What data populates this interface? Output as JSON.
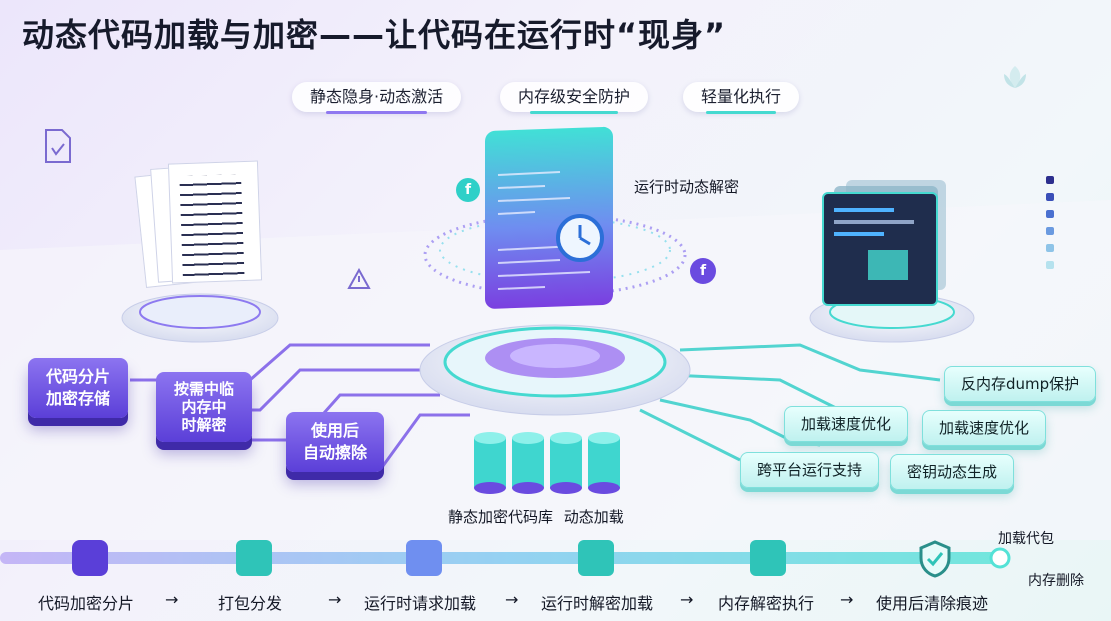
{
  "title": "动态代码加载与加密——让代码在运行时“现身”",
  "pills": [
    "静态隐身·动态激活",
    "内存级安全防护",
    "轻量化执行"
  ],
  "center_label": "运行时动态解密",
  "left_tags": [
    "代码分片\n加密存储",
    "按需中临\n内存中\n时解密",
    "使用后\n自动擦除"
  ],
  "right_tags": [
    "反内存dump保护",
    "加载速度优化",
    "加载速度优化",
    "跨平台运行支持",
    "密钥动态生成"
  ],
  "db_label": "静态加密代码库",
  "db_label2": "动态加载",
  "flow_steps": [
    "代码加密分片",
    "打包分发",
    "运行时请求加载",
    "运行时解密加载",
    "内存解密执行",
    "使用后清除痕迹"
  ],
  "arrow": "→",
  "end_top": "加载代包",
  "end_bottom": "内存删除",
  "colors": {
    "accent_purple": "#6a4be0",
    "accent_teal": "#2fd0c8",
    "title": "#161a2b"
  }
}
